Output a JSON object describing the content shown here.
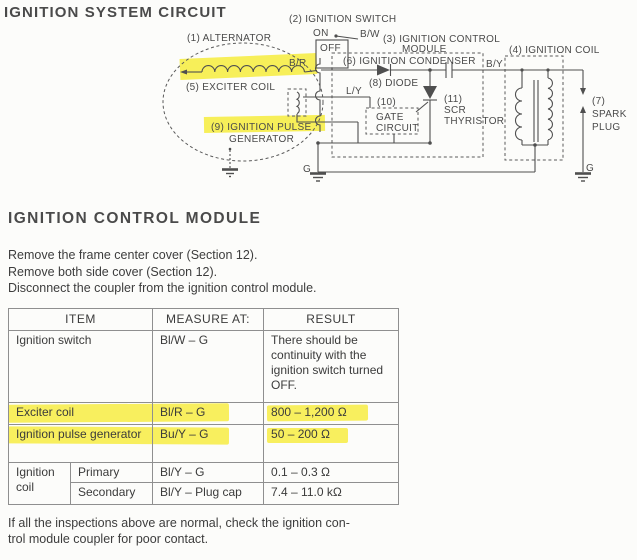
{
  "page": {
    "title": "IGNITION SYSTEM CIRCUIT",
    "section_heading": "IGNITION CONTROL MODULE",
    "instructions": [
      "Remove the frame center cover (Section 12).",
      "Remove both side cover (Section 12).",
      "Disconnect the coupler from the ignition control module."
    ],
    "footer_lines": [
      "If all the inspections above are normal, check the ignition con-",
      "trol module coupler for poor contact."
    ]
  },
  "diagram": {
    "highlight_color": "#f6ec3c",
    "labels": {
      "alternator": "(1) ALTERNATOR",
      "ignition_switch": "(2) IGNITION SWITCH",
      "switch_on": "ON",
      "switch_off": "OFF",
      "wire_bw": "B/W",
      "wire_br": "B/R",
      "wire_ly": "L/Y",
      "wire_by": "B/Y",
      "control_module_line1": "(3) IGNITION CONTROL",
      "control_module_line2": "MODULE",
      "ignition_coil": "(4) IGNITION COIL",
      "exciter_coil": "(5) EXCITER COIL",
      "condenser": "(6) IGNITION CONDENSER",
      "spark_plug_line1": "(7)",
      "spark_plug_line2": "SPARK",
      "spark_plug_line3": "PLUG",
      "diode": "(8) DIODE",
      "pulse_generator_line1": "(9) IGNITION PULSE",
      "pulse_generator_line2": "GENERATOR",
      "gate_line1": "(10)",
      "gate_line2": "GATE",
      "gate_line3": "CIRCUIT",
      "scr_line1": "(11)",
      "scr_line2": "SCR",
      "scr_line3": "THYRISTOR",
      "ground_left": "G",
      "ground_right": "G"
    }
  },
  "table": {
    "headers": [
      "ITEM",
      "MEASURE AT:",
      "RESULT"
    ],
    "rows": [
      {
        "item": "Ignition switch",
        "measure": "Bl/W – G",
        "result": "There should be continuity with the ignition switch turned OFF."
      },
      {
        "item": "Exciter coil",
        "measure": "Bl/R – G",
        "result": "800 – 1,200 Ω"
      },
      {
        "item": "Ignition pulse generator",
        "measure": "Bu/Y – G",
        "result": "50 – 200 Ω"
      },
      {
        "item_group": "Ignition coil",
        "sub": "Primary",
        "measure": "Bl/Y – G",
        "result": "0.1 – 0.3 Ω"
      },
      {
        "sub": "Secondary",
        "measure": "Bl/Y – Plug cap",
        "result": "7.4 – 11.0 kΩ"
      }
    ]
  }
}
